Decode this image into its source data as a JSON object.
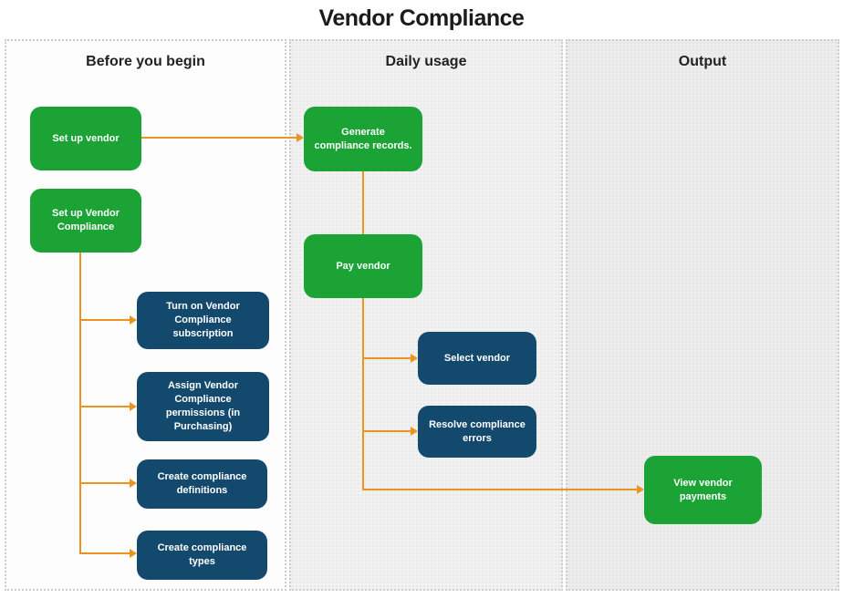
{
  "title": "Vendor Compliance",
  "lanes": [
    {
      "label": "Before you begin"
    },
    {
      "label": "Daily usage"
    },
    {
      "label": "Output"
    }
  ],
  "nodes": {
    "setup_vendor": {
      "label": "Set up vendor",
      "color": "green"
    },
    "setup_vendor_compliance": {
      "label": "Set up Vendor Compliance",
      "color": "green"
    },
    "turn_on_subscription": {
      "label": "Turn on Vendor Compliance subscription",
      "color": "blue"
    },
    "assign_permissions": {
      "label": "Assign Vendor Compliance permissions (in Purchasing)",
      "color": "blue"
    },
    "create_definitions": {
      "label": "Create compliance definitions",
      "color": "blue"
    },
    "create_types": {
      "label": "Create compliance types",
      "color": "blue"
    },
    "generate_records": {
      "label": "Generate compliance records.",
      "color": "green"
    },
    "pay_vendor": {
      "label": "Pay vendor",
      "color": "green"
    },
    "select_vendor": {
      "label": "Select vendor",
      "color": "blue"
    },
    "resolve_errors": {
      "label": "Resolve compliance errors",
      "color": "blue"
    },
    "view_payments": {
      "label": "View vendor payments",
      "color": "green"
    }
  },
  "colors": {
    "node_green": "#1ba336",
    "node_blue": "#14496e",
    "connector_orange": "#ea9421"
  }
}
